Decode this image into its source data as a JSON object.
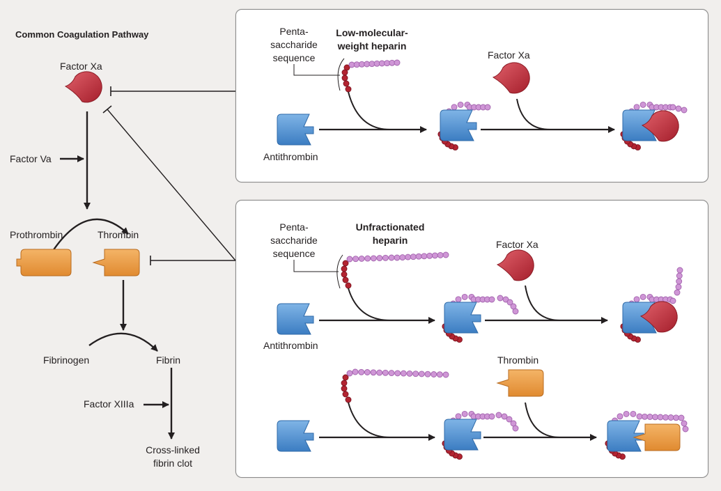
{
  "title": "Common Coagulation Pathway",
  "pathway": {
    "factor_xa": "Factor Xa",
    "factor_va": "Factor Va",
    "prothrombin": "Prothrombin",
    "thrombin": "Thrombin",
    "fibrinogen": "Fibrinogen",
    "fibrin": "Fibrin",
    "factor_xiiia": "Factor XIIIa",
    "clot_line1": "Cross-linked",
    "clot_line2": "fibrin clot"
  },
  "lmwh_panel": {
    "penta_line1": "Penta-",
    "penta_line2": "saccharide",
    "penta_line3": "sequence",
    "drug_line1": "Low-molecular-",
    "drug_line2": "weight heparin",
    "antithrombin": "Antithrombin",
    "factor_xa": "Factor Xa"
  },
  "ufh_panel": {
    "penta_line1": "Penta-",
    "penta_line2": "saccharide",
    "penta_line3": "sequence",
    "drug_line1": "Unfractionated",
    "drug_line2": "heparin",
    "antithrombin": "Antithrombin",
    "factor_xa": "Factor Xa",
    "thrombin": "Thrombin"
  },
  "colors": {
    "factor_xa": "#c8323f",
    "thrombin": "#e9963e",
    "antithrombin": "#4c8fd0",
    "heparin_bead": "#cf96d6",
    "pentasaccharide_bead": "#b32431",
    "background": "#f1efed"
  }
}
